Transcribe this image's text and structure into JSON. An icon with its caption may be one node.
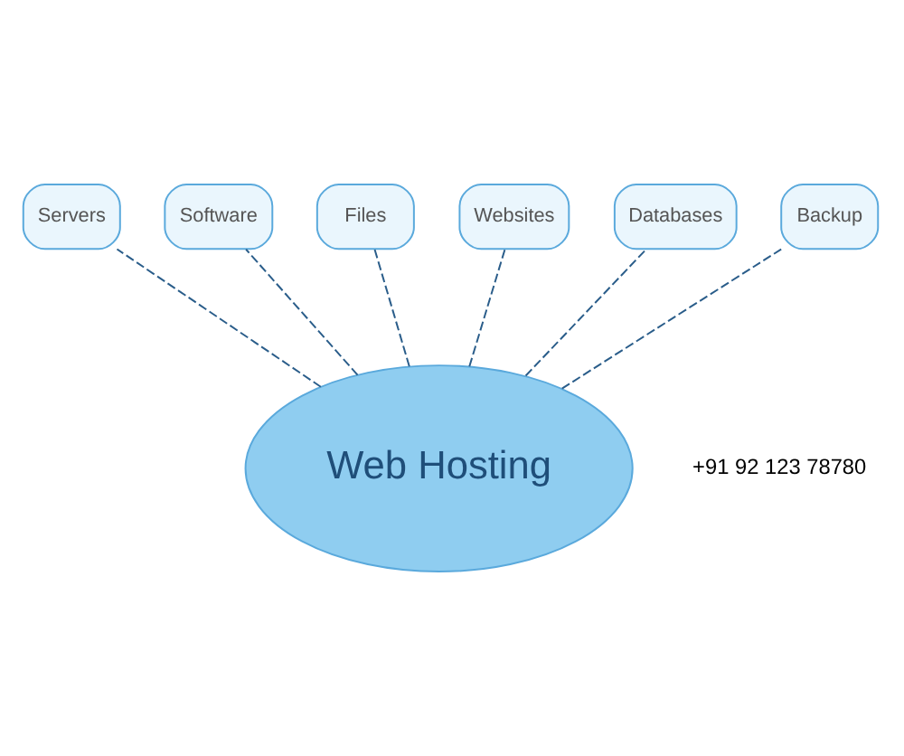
{
  "diagram": {
    "nodes": [
      {
        "text": [
          "Web Hosting"
        ]
      },
      {
        "text": [
          "Servers"
        ]
      },
      {
        "text": [
          "Software"
        ]
      },
      {
        "text": [
          "Files"
        ]
      },
      {
        "text": [
          "Websites"
        ]
      },
      {
        "text": [
          "Databases"
        ]
      },
      {
        "text": [
          "Backup"
        ]
      }
    ],
    "edges": [
      {
        "from": 0,
        "to": 1,
        "arrow": "none",
        "style": "dashed"
      },
      {
        "from": 0,
        "to": 2,
        "arrow": "none",
        "style": "dashed"
      },
      {
        "from": 0,
        "to": 3,
        "arrow": "none",
        "style": "dashed"
      },
      {
        "from": 0,
        "to": 4,
        "arrow": "none",
        "style": "dashed"
      },
      {
        "from": 0,
        "to": 5,
        "arrow": "none",
        "style": "dashed"
      },
      {
        "from": 0,
        "to": 6,
        "arrow": "none",
        "style": "dashed"
      }
    ],
    "labels": [
      "+91 92 123 78780"
    ]
  }
}
